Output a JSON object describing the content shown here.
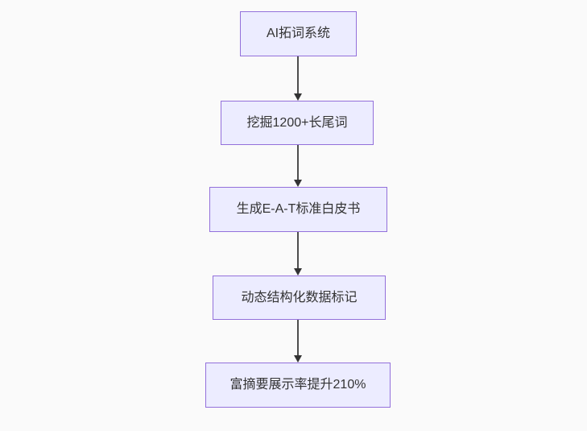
{
  "diagram": {
    "type": "flowchart",
    "direction": "top-down",
    "nodes": [
      {
        "id": "step-1",
        "label": "AI拓词系统"
      },
      {
        "id": "step-2",
        "label": "挖掘1200+长尾词"
      },
      {
        "id": "step-3",
        "label": "生成E-A-T标准白皮书"
      },
      {
        "id": "step-4",
        "label": "动态结构化数据标记"
      },
      {
        "id": "step-5",
        "label": "富摘要展示率提升210%"
      }
    ],
    "edges": [
      {
        "from": "step-1",
        "to": "step-2",
        "style": "arrow-down"
      },
      {
        "from": "step-2",
        "to": "step-3",
        "style": "arrow-down"
      },
      {
        "from": "step-3",
        "to": "step-4",
        "style": "arrow-down"
      },
      {
        "from": "step-4",
        "to": "step-5",
        "style": "arrow-down"
      }
    ],
    "colors": {
      "node_fill": "#ECECFF",
      "node_border": "#9370DB",
      "arrow": "#333333",
      "text": "#333333",
      "background": "#FAFAFA"
    }
  }
}
